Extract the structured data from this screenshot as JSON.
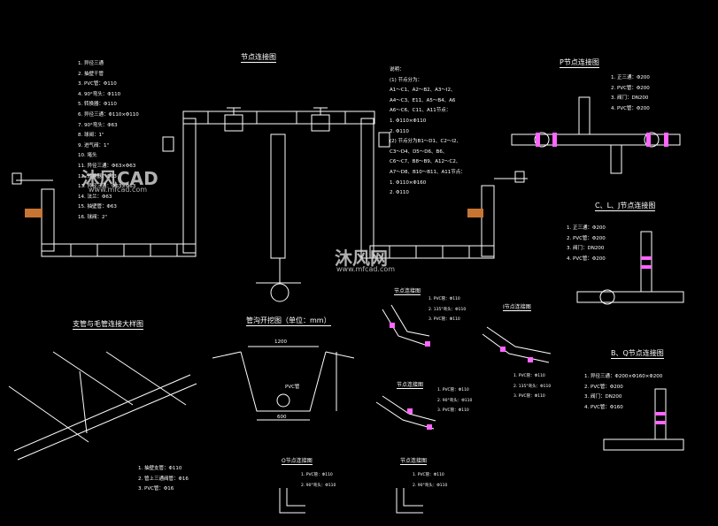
{
  "titles": {
    "node_connection": "节点连接图",
    "p_node": "P节点连接图",
    "clj_node": "C、L、J节点连接图",
    "bq_node": "B、Q节点连接图",
    "branch_detail": "支管与毛管连接大样图",
    "trench": "管沟开挖图（单位：mm）",
    "node_small_1": "节点连接图",
    "node_small_2": "I节点连接图",
    "node_small_3": "节点连接图",
    "node_small_4": "O节点连接图",
    "node_small_5": "节点连接图"
  },
  "legend_left": [
    "1. 异径三通",
    "2. 抽壁干管",
    "3. PVC管：Φ110",
    "4. 90°弯头：Φ110",
    "5. 转换器：Φ110",
    "6. 异径三通：Φ110×Φ110",
    "7. 90°弯头：Φ63",
    "8. 球阀：1\"",
    "9. 进气阀：1\"",
    "10. 堵头",
    "11. 异径三通：Φ63×Φ63",
    "12. 转换器：Φ63",
    "13. 异径三通：Φ63×Φ63",
    "14. 法兰：Φ63",
    "15. 抽壁管：Φ63",
    "16. 球阀：2\""
  ],
  "notes": [
    "说明：",
    "(1) 节点分为：",
    "A1～C1、A2～B2、A3～I2、",
    "A4～C3、E11、A5～B4、A6",
    "A6～C6、C11、A11节点：",
    "1. Φ110×Φ110",
    "2. Φ110",
    "(2) 节点分为B1～D1、C2～I2、",
    "C3～D4、D5～D6、B6、",
    "C6～C7、B8～B9、A12～C2、",
    "A7～D8、B10～B11、A11节点：",
    "1. Φ110×Φ160",
    "2. Φ110"
  ],
  "p_list": [
    "1. 正三通：Φ200",
    "2. PVC管：Φ200",
    "3. 阀门：DN200",
    "4. PVC管：Φ200"
  ],
  "clj_list": [
    "1. 正三通：Φ200",
    "2. PVC管：Φ200",
    "3. 阀门：DN200",
    "4. PVC管：Φ200"
  ],
  "bq_list": [
    "1. 异径三通：Φ200×Φ160×Φ200",
    "2. PVC管：Φ200",
    "3. 阀门：DN200",
    "4. PVC管：Φ160"
  ],
  "branch_list": [
    "1. 抽壁支管：Φ110",
    "2. 管上三通阀管：Φ16",
    "3. PVC管：Φ16"
  ],
  "trench": {
    "width_top": "1200",
    "width_bottom": "600",
    "pipe_label": "PVC管"
  },
  "small_1": [
    "1. PVC管：Φ110",
    "2. 135°弯头：Φ110",
    "3. PVC管：Φ110"
  ],
  "small_2": [
    "1. PVC管：Φ110",
    "2. 135°弯头：Φ110",
    "3. PVC管：Φ110"
  ],
  "small_3": [
    "1. PVC管：Φ110",
    "2. 90°弯头：Φ110",
    "3. PVC管：Φ110"
  ],
  "small_4": [
    "1. PVC管：Φ110",
    "2. 90°弯头：Φ110"
  ],
  "small_5": [
    "1. PVC管：Φ110",
    "2. 90°弯头：Φ110"
  ],
  "watermark": {
    "brand": "沐风CAD",
    "brand2": "沐风网",
    "url": "www.mfcad.com"
  },
  "colors": {
    "line": "#ffffff",
    "accent": "#ff66ff",
    "hatch": "#c87533",
    "text_yellow": "#ffff66"
  }
}
